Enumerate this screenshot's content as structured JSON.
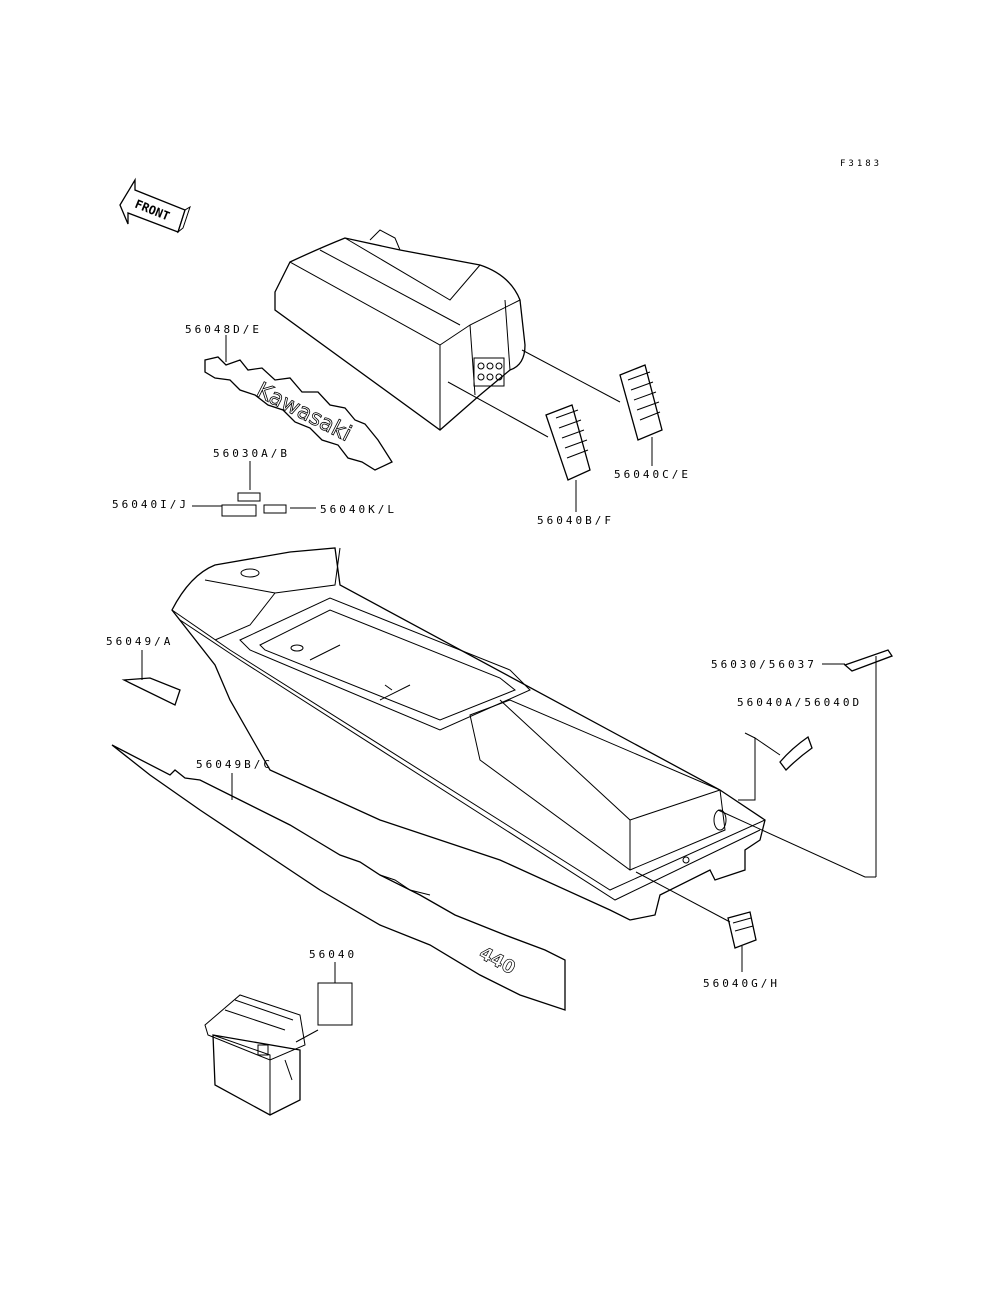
{
  "figure_code": "F3183",
  "front_arrow": {
    "text": "FRONT",
    "icon": "front-arrow-icon"
  },
  "decal_texts": {
    "logo": "Kawasaki",
    "model": "440"
  },
  "parts": {
    "p56048de": "56048D/E",
    "p56030ab": "56030A/B",
    "p56040ij": "56040I/J",
    "p56040kl": "56040K/L",
    "p56040bf": "56040B/F",
    "p56040ce": "56040C/E",
    "p56049a": "56049/A",
    "p56049bc": "56049B/C",
    "p56030_56037": "56030/56037",
    "p56040a_d": "56040A/56040D",
    "p56040gh": "56040G/H",
    "p56040": "56040"
  }
}
